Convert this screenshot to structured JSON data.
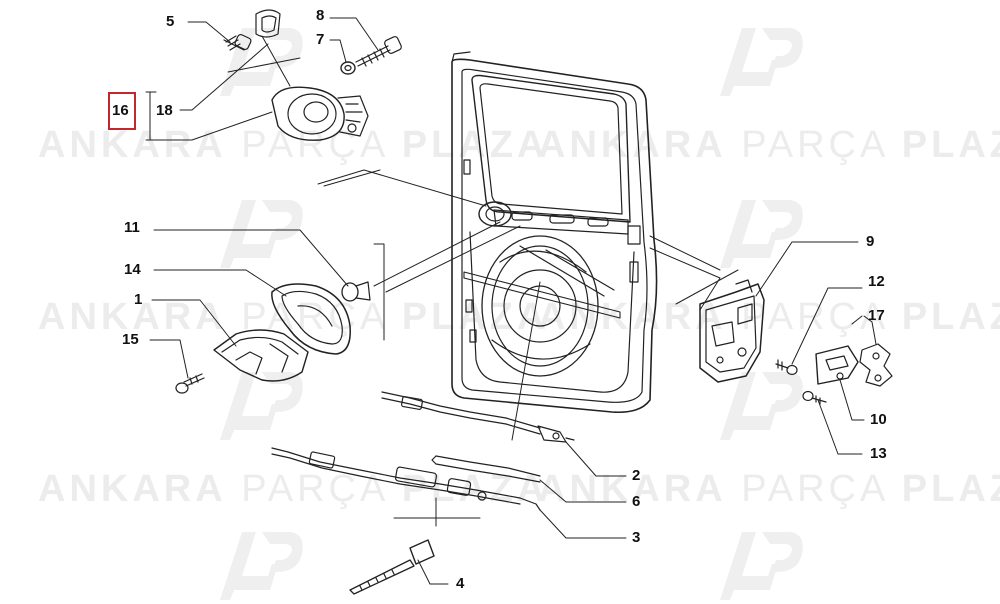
{
  "watermark": {
    "brand_word_1": "ANKARA",
    "brand_word_2": "PARÇA",
    "brand_word_3": "PLAZA",
    "logo_text": "AP",
    "color": "#ececec"
  },
  "highlight_color": "#c0282d",
  "callouts": {
    "c1": "1",
    "c2": "2",
    "c3": "3",
    "c4": "4",
    "c5": "5",
    "c6": "6",
    "c7": "7",
    "c8": "8",
    "c9": "9",
    "c10": "10",
    "c11": "11",
    "c12": "12",
    "c13": "13",
    "c14": "14",
    "c15": "15",
    "c16": "16",
    "c17": "17",
    "c18": "18"
  },
  "highlighted_callout": "16"
}
